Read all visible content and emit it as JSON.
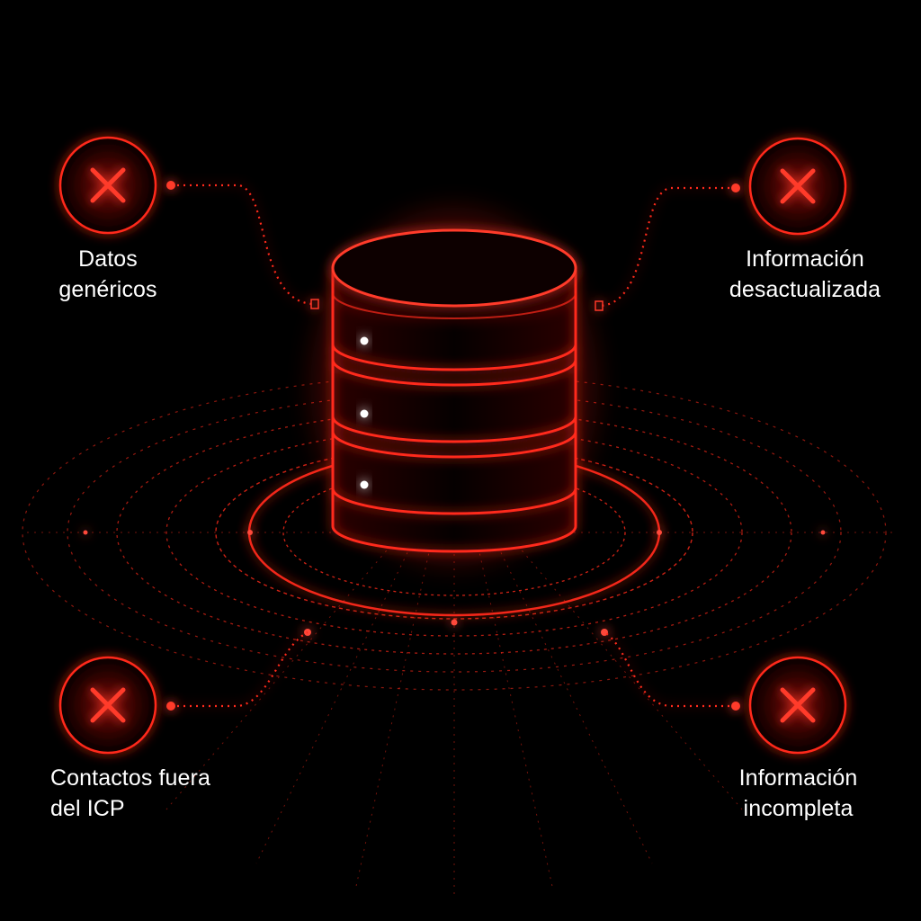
{
  "diagram": {
    "problems": [
      {
        "id": "top-left",
        "lines": [
          "Datos",
          "genéricos"
        ]
      },
      {
        "id": "top-right",
        "lines": [
          "Información",
          "desactualizada"
        ]
      },
      {
        "id": "bottom-left",
        "lines": [
          "Contactos fuera",
          "del ICP"
        ]
      },
      {
        "id": "bottom-right",
        "lines": [
          "Información",
          "incompleta"
        ]
      }
    ],
    "center_icon": "database-icon",
    "problem_icon": "close-x-icon",
    "colors": {
      "background": "#000000",
      "accent": "#ff1a1a",
      "glow": "#ff3b30",
      "text": "#ffffff"
    }
  }
}
